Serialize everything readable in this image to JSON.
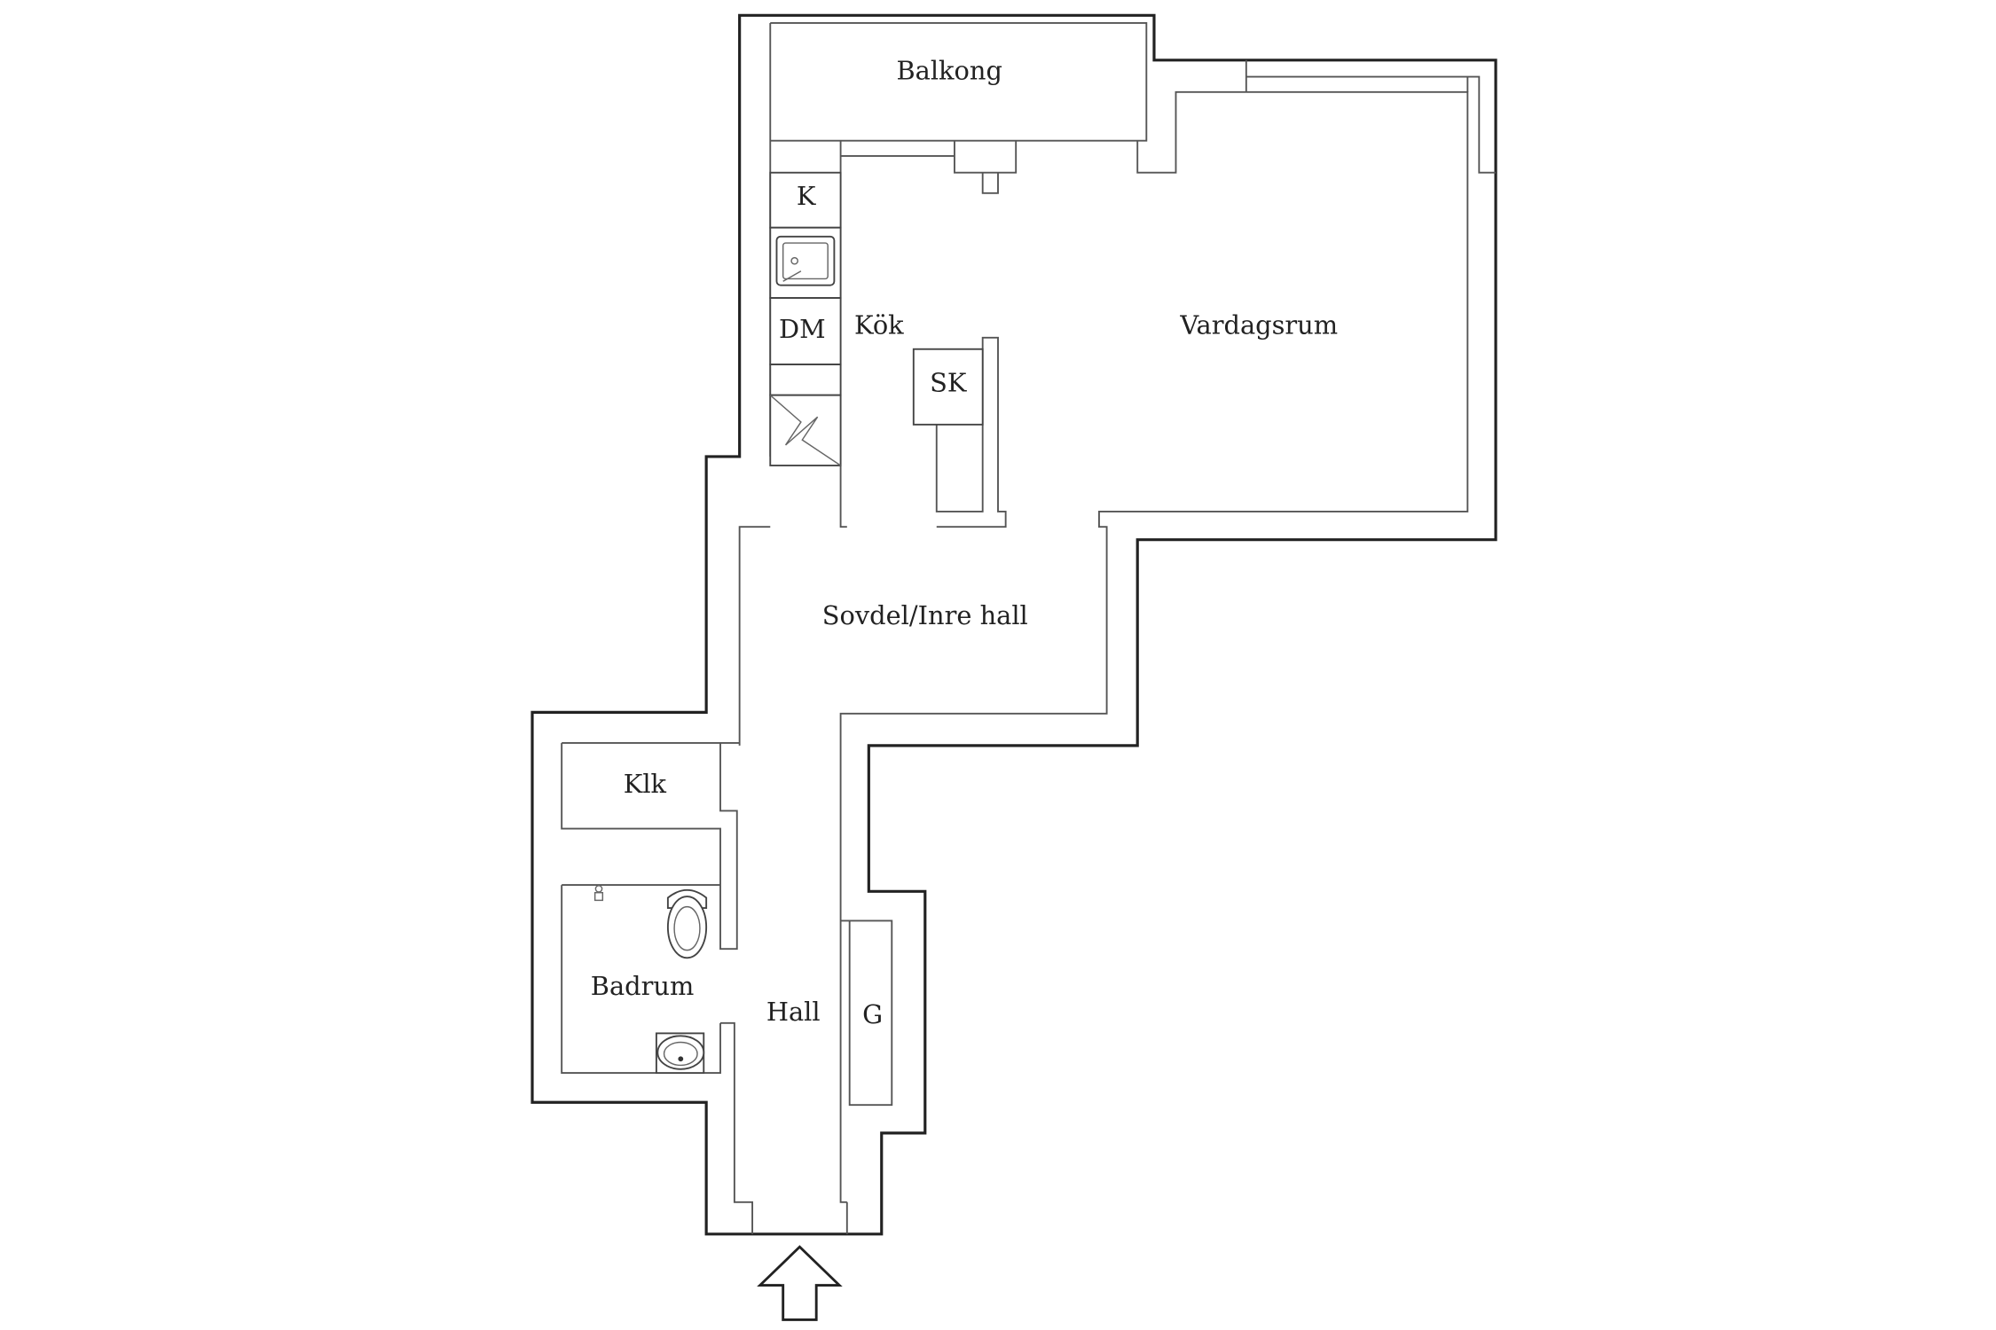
{
  "floorplan": {
    "rooms": {
      "balkong": "Balkong",
      "kok": "Kök",
      "vardagsrum": "Vardagsrum",
      "sovdel": "Sovdel/Inre hall",
      "klk": "Klk",
      "badrum": "Badrum",
      "hall": "Hall"
    },
    "fixtures": {
      "fridge": "K",
      "dishwasher": "DM",
      "wardrobe": "SK",
      "coat_closet": "G"
    },
    "icons": {
      "sink": "kitchen-sink-icon",
      "stove": "stove-icon",
      "toilet": "toilet-icon",
      "washbasin": "washbasin-icon",
      "entrance": "entrance-arrow-icon"
    },
    "colors": {
      "wall": "#222222",
      "background": "#ffffff"
    }
  }
}
